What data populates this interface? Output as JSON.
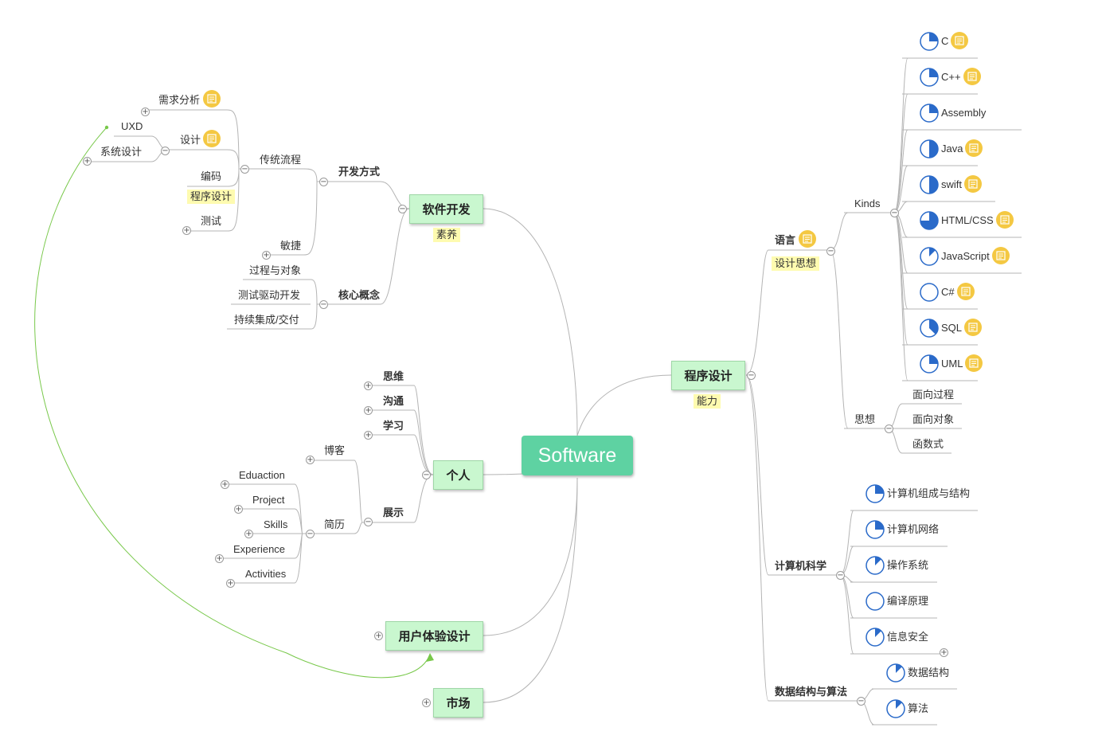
{
  "central": "Software",
  "branches": {
    "software_dev": {
      "title": "软件开发",
      "label": "素养"
    },
    "personal": {
      "title": "个人"
    },
    "uxd": {
      "title": "用户体验设计"
    },
    "market": {
      "title": "市场"
    },
    "programming": {
      "title": "程序设计",
      "label": "能力"
    }
  },
  "software_dev": {
    "dev_method": "开发方式",
    "traditional": "传统流程",
    "agile": "敏捷",
    "traditional_items": [
      "需求分析",
      "设计",
      "编码",
      "测试"
    ],
    "coding_label": "程序设计",
    "design_children": [
      "UXD",
      "系统设计"
    ],
    "core": "核心概念",
    "core_items": [
      "过程与对象",
      "测试驱动开发",
      "持续集成/交付"
    ]
  },
  "personal": {
    "items": [
      "思维",
      "沟通",
      "学习",
      "展示"
    ],
    "blog": "博客",
    "resume": "简历",
    "resume_items": [
      "Eduaction",
      "Project",
      "Skills",
      "Experience",
      "Activities"
    ]
  },
  "programming": {
    "language": "语言",
    "language_label": "设计思想",
    "kinds": "Kinds",
    "langs": [
      {
        "name": "C",
        "p": 0.25,
        "note": true
      },
      {
        "name": "C++",
        "p": 0.25,
        "note": true
      },
      {
        "name": "Assembly",
        "p": 0.25,
        "note": false
      },
      {
        "name": "Java",
        "p": 0.5,
        "note": true
      },
      {
        "name": "swift",
        "p": 0.5,
        "note": true
      },
      {
        "name": "HTML/CSS",
        "p": 0.75,
        "note": true
      },
      {
        "name": "JavaScript",
        "p": 0.125,
        "note": true
      },
      {
        "name": "C#",
        "p": 0,
        "note": true
      },
      {
        "name": "SQL",
        "p": 0.375,
        "note": true
      },
      {
        "name": "UML",
        "p": 0.25,
        "note": true
      }
    ],
    "thought": "思想",
    "thought_items": [
      "面向过程",
      "面向对象",
      "函数式"
    ],
    "cs": "计算机科学",
    "cs_items": [
      {
        "name": "计算机组成与结构",
        "p": 0.25
      },
      {
        "name": "计算机网络",
        "p": 0.25
      },
      {
        "name": "操作系统",
        "p": 0.125
      },
      {
        "name": "编译原理",
        "p": 0
      },
      {
        "name": "信息安全",
        "p": 0.125
      }
    ],
    "ds": "数据结构与算法",
    "ds_items": [
      {
        "name": "数据结构",
        "p": 0.125
      },
      {
        "name": "算法",
        "p": 0.125
      }
    ]
  },
  "colors": {
    "pie": "#2a6ac9",
    "note": "#f4c842",
    "central": "#5ed2a2",
    "node": "#c9f7cf",
    "label": "#fefbb0",
    "relationship": "#78c84a"
  },
  "icons": {
    "note": "note-icon",
    "progress": "progress-pie-icon",
    "toggle": "expand-collapse-toggle"
  }
}
